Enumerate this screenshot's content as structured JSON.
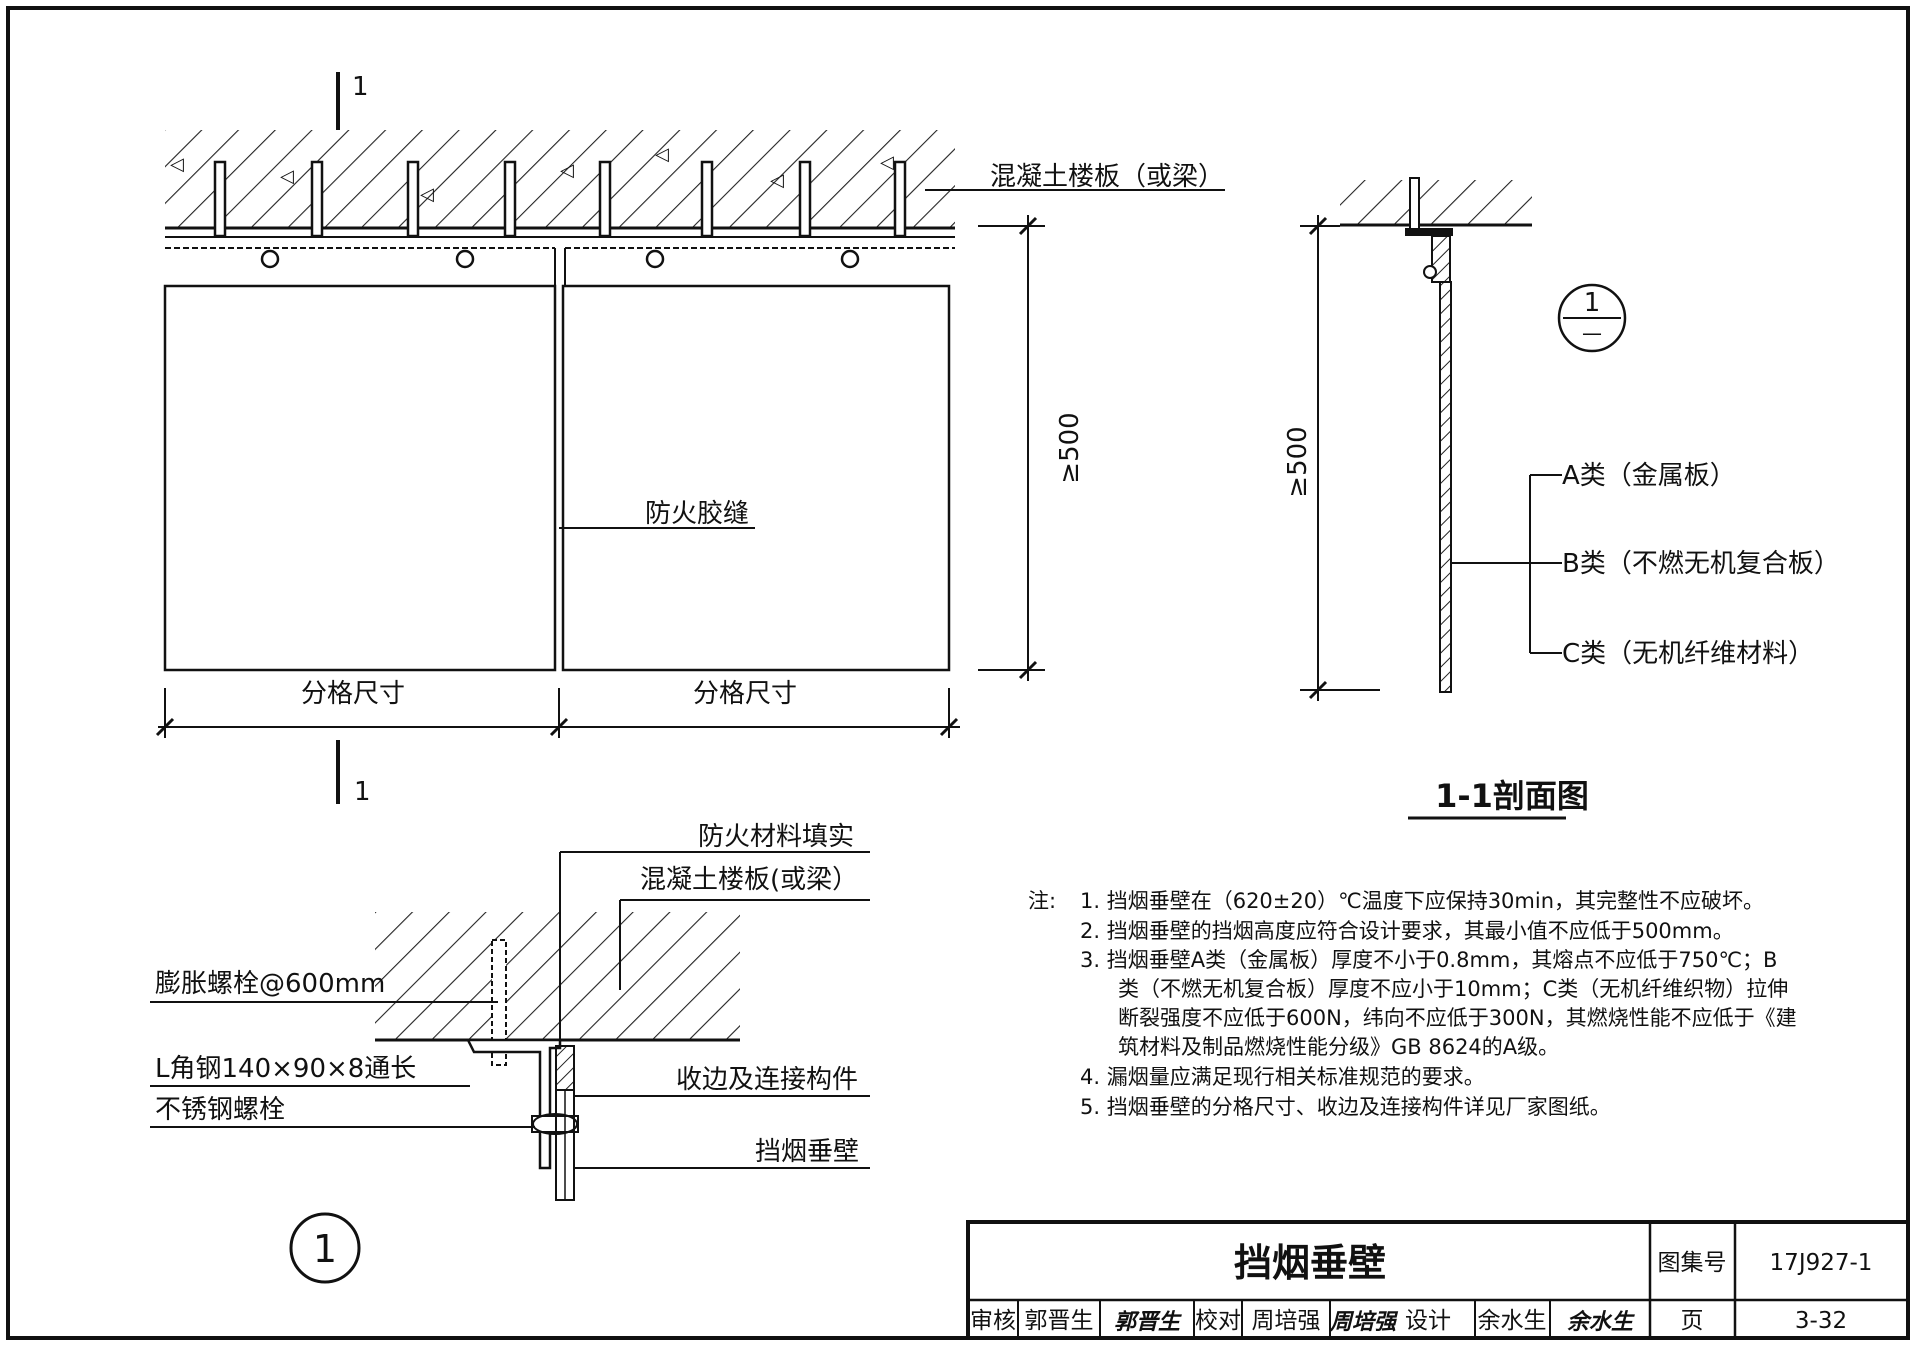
{
  "section_marks": {
    "top": "1",
    "bottom": "1"
  },
  "elevation": {
    "slab_label": "混凝土楼板（或梁）",
    "joint_label": "防火胶缝",
    "grid_dim_left": "分格尺寸",
    "grid_dim_right": "分格尺寸",
    "height_dim": "≥500"
  },
  "section": {
    "height_dim": "≥500",
    "callout_top": "1",
    "callout_bottom": "—",
    "type_a": "A类（金属板）",
    "type_b": "B类（不燃无机复合板）",
    "type_c": "C类（无机纤维材料）",
    "title": "1-1剖面图"
  },
  "detail": {
    "fill_label": "防火材料填实",
    "slab_label": "混凝土楼板(或梁）",
    "bolt_label": "膨胀螺栓@600mm",
    "angle_label": "L角钢140×90×8通长",
    "ss_bolt_label": "不锈钢螺栓",
    "edge_label": "收边及连接构件",
    "curtain_label": "挡烟垂壁",
    "index_no": "1"
  },
  "notes": {
    "prefix": "注:",
    "lines": [
      "1.  挡烟垂壁在（620±20）℃温度下应保持30min，其完整性不应破坏。",
      "2.  挡烟垂壁的挡烟高度应符合设计要求，其最小值不应低于500mm。",
      "3.  挡烟垂壁A类（金属板）厚度不小于0.8mm，其熔点不应低于750℃；B",
      "类（不燃无机复合板）厚度不应小于10mm；C类（无机纤维织物）拉伸",
      "断裂强度不应低于600N，纬向不应低于300N，其燃烧性能不应低于《建",
      "筑材料及制品燃烧性能分级》GB 8624的A级。",
      "4.  漏烟量应满足现行相关标准规范的要求。",
      "5.  挡烟垂壁的分格尺寸、收边及连接构件详见厂家图纸。"
    ]
  },
  "title_block": {
    "title": "挡烟垂壁",
    "atlas_label": "图集号",
    "atlas_no": "17J927-1",
    "review_label": "审核",
    "reviewer": "郭晋生",
    "reviewer_sig": "郭晋生",
    "check_label": "校对",
    "checker": "周培强",
    "checker_sig": "周培强",
    "design_label": "设计",
    "designer": "余水生",
    "designer_sig": "余水生",
    "page_label": "页",
    "page_no": "3-32"
  }
}
